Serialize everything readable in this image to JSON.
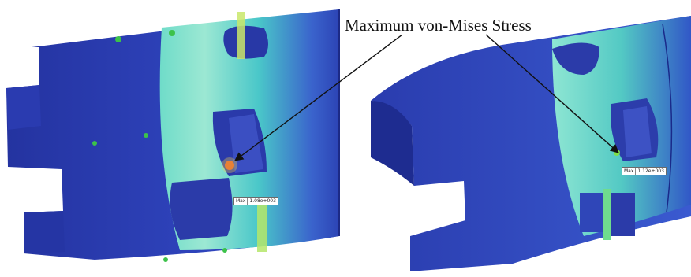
{
  "annotation": {
    "label": "Maximum von-Mises Stress"
  },
  "left_model": {
    "max_tag_key": "Max",
    "max_tag_value": "1.08e+003"
  },
  "right_model": {
    "max_tag_key": "Max",
    "max_tag_value": "1.12e+003"
  },
  "colors": {
    "low_stress": "#2a3fb0",
    "mid_stress": "#5fd3c2",
    "high_stress": "#7ee04a",
    "peak_stress": "#e2562a",
    "background": "#ffffff"
  }
}
